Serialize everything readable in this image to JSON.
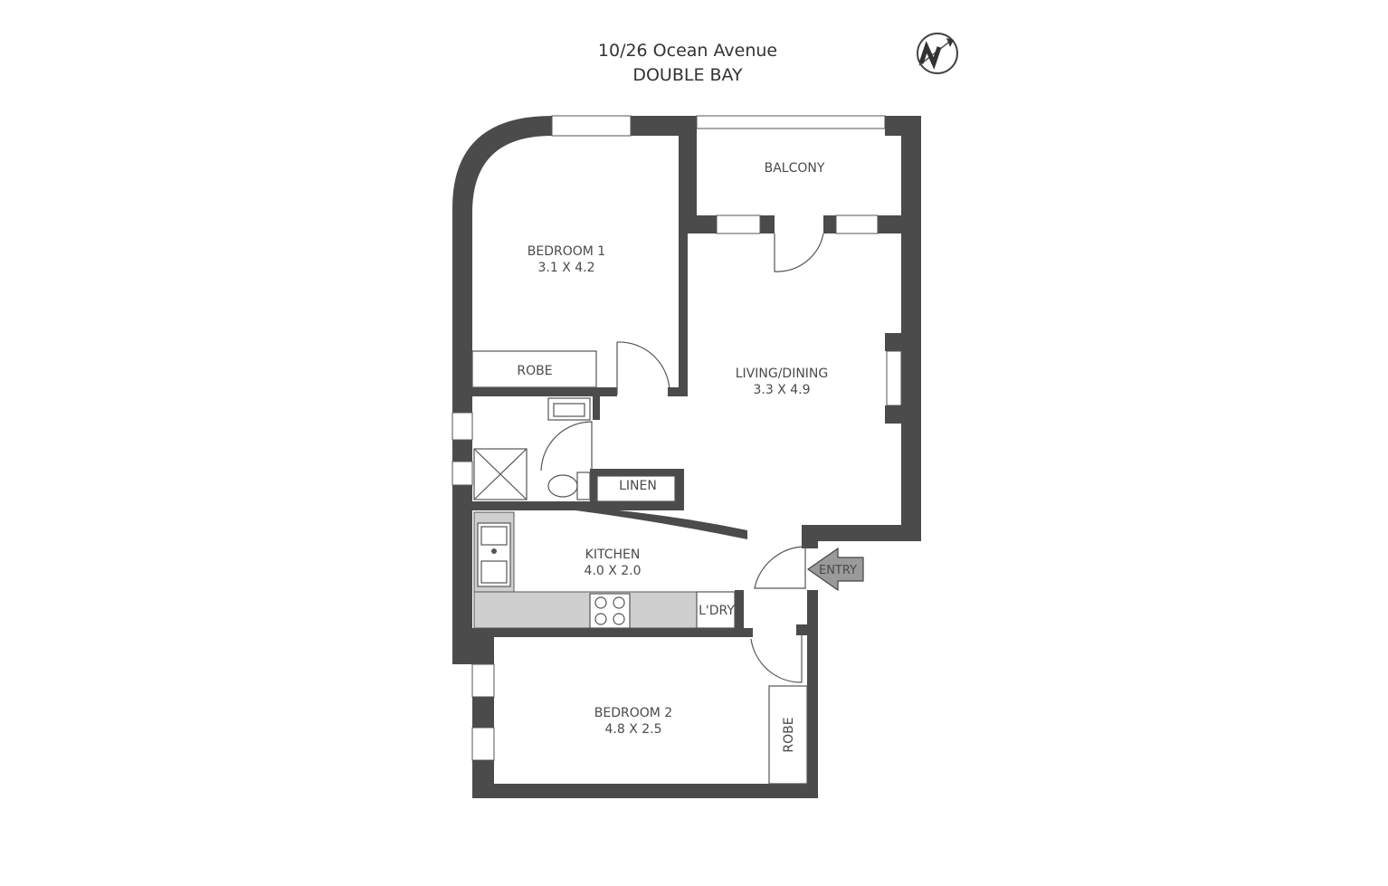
{
  "header": {
    "address": "10/26 Ocean Avenue",
    "suburb": "DOUBLE BAY"
  },
  "compass": {
    "icon": "north-arrow-icon"
  },
  "rooms": {
    "balcony": {
      "name": "BALCONY"
    },
    "bedroom1": {
      "name": "BEDROOM 1",
      "dims": "3.1 X 4.2"
    },
    "robe1": {
      "name": "ROBE"
    },
    "living": {
      "name": "LIVING/DINING",
      "dims": "3.3 X 4.9"
    },
    "linen": {
      "name": "LINEN"
    },
    "kitchen": {
      "name": "KITCHEN",
      "dims": "4.0 X 2.0"
    },
    "laundry": {
      "name": "L'DRY"
    },
    "entry": {
      "name": "ENTRY"
    },
    "bedroom2": {
      "name": "BEDROOM 2",
      "dims": "4.8 X 2.5"
    },
    "robe2": {
      "name": "ROBE"
    }
  },
  "colors": {
    "wall": "#4b4b4b",
    "counter": "#cfcfcf",
    "line": "#555555"
  }
}
